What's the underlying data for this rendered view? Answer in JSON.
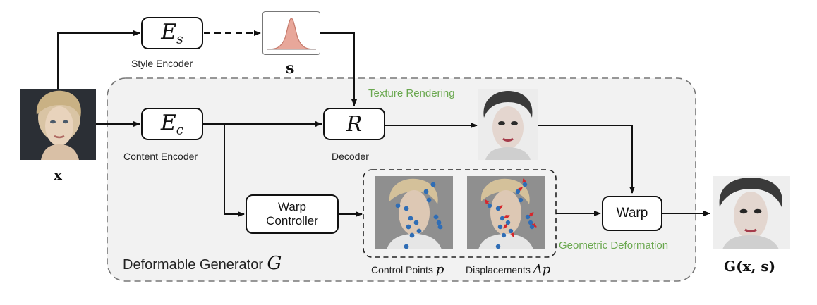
{
  "modules": {
    "style_encoder": {
      "symbol": "E",
      "subscript": "s",
      "name": "Style Encoder"
    },
    "content_encoder": {
      "symbol": "E",
      "subscript": "c",
      "name": "Content Encoder"
    },
    "decoder": {
      "symbol": "R",
      "name": "Decoder"
    },
    "warp_controller": {
      "line1": "Warp",
      "line2": "Controller"
    },
    "warp": {
      "label": "Warp"
    }
  },
  "labels": {
    "input": "x",
    "style_code": "s",
    "texture_rendering": "Texture Rendering",
    "geometric_deformation": "Geometric Deformation",
    "generator_prefix": "Deformable Generator",
    "generator_symbol": "G",
    "control_points_prefix": "Control Points",
    "control_points_symbol": "p",
    "displacements_prefix": "Displacements",
    "displacements_symbol": "Δp",
    "output": "G(x, s)"
  },
  "colors": {
    "texture_rendering_label": "#6aa84f",
    "geometric_deformation_label": "#6aa84f",
    "distribution_fill": "#e8a79a",
    "control_point": "#2f6db5",
    "displacement_arrow": "#d7262b",
    "generator_region": "#f2f2f2"
  }
}
